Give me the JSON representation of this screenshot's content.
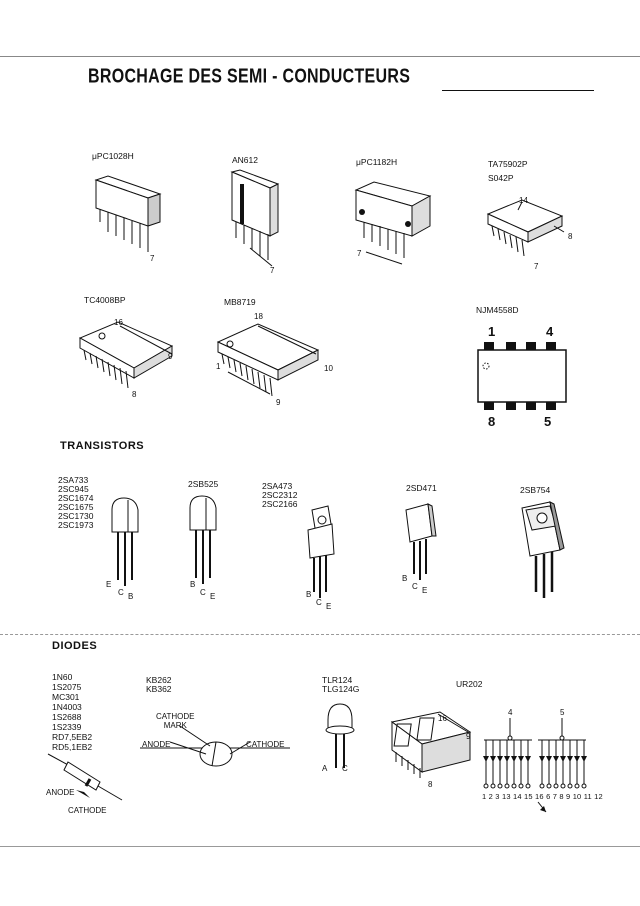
{
  "header": {
    "title": "BROCHAGE DES SEMI - CONDUCTEURS"
  },
  "ics": {
    "upc1028h": {
      "label": "μPC1028H",
      "pin": "7"
    },
    "an612": {
      "label": "AN612",
      "pin": "7"
    },
    "upc1182h": {
      "label": "μPC1182H",
      "pin": "7"
    },
    "ta75902p": {
      "label": "TA75902P",
      "label2": "S042P",
      "pin_top": "14",
      "pin_right": "8",
      "pin_bottom": "7"
    },
    "tc4008bp": {
      "label": "TC4008BP",
      "pin_top": "16",
      "pin_right": "9",
      "pin_bottom": "8"
    },
    "mb8719": {
      "label": "MB8719",
      "pin_top": "18",
      "pin_left": "1",
      "pin_right": "10",
      "pin_bottom": "9"
    },
    "njm4558d": {
      "label": "NJM4558D",
      "pin_tl": "1",
      "pin_tr": "4",
      "pin_bl": "8",
      "pin_br": "5"
    }
  },
  "transistors": {
    "heading": "TRANSISTORS",
    "group1": {
      "labels": "2SA733\n2SC945\n2SC1674\n2SC1675\n2SC1730\n2SC1973",
      "e": "E",
      "c": "C",
      "b": "B"
    },
    "group2": {
      "labels": "2SB525",
      "b": "B",
      "c": "C",
      "e": "E"
    },
    "group3": {
      "labels": "2SA473\n2SC2312\n2SC2166",
      "b": "B",
      "c": "C",
      "e": "E"
    },
    "group4": {
      "labels": "2SD471",
      "b": "B",
      "c": "C",
      "e": "E"
    },
    "group5": {
      "labels": "2SB754"
    }
  },
  "diodes": {
    "heading": "DIODES",
    "list": "1N60\n1S2075\nMC301\n1N4003\n1S2688\n1S2339\nRD7,5EB2\nRD5,1EB2",
    "anode_small": "ANODE",
    "cathode_small": "CATHODE",
    "kb": "KB262\nKB362",
    "cathode_mark": "CATHODE\nMARK",
    "anode": "ANODE",
    "cathode": "CATHODE",
    "tlr": "TLR124\nTLG124G",
    "tlr_a": "A",
    "tlr_c": "C",
    "ur202": "UR202",
    "disp_16": "16",
    "disp_9": "9",
    "disp_8": "8",
    "led_4": "4",
    "led_5": "5",
    "led_pins": "1 2 3 13 14 15 16 6 7 8 9 10 11 12"
  }
}
